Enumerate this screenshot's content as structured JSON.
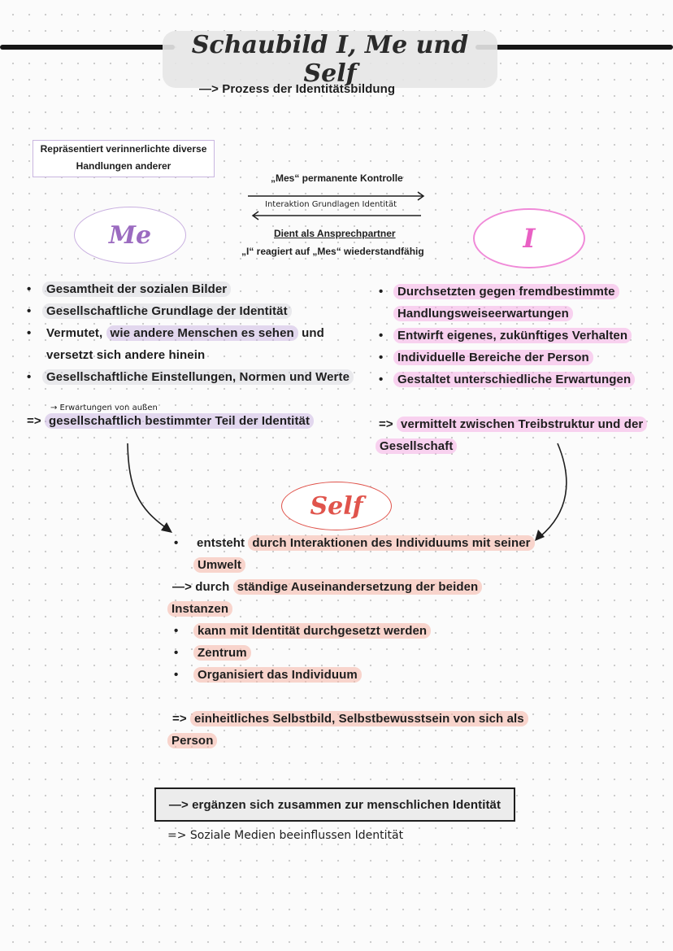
{
  "title": "Schaubild I, Me und Self",
  "subtitle": "—> Prozess der Identitätsbildung",
  "top_box": "Repräsentiert verinnerlichte diverse Handlungen anderer",
  "middle": {
    "line1": "„Mes“ permanente Kontrolle",
    "line2": "Interaktion Grundlagen Identität",
    "line3": "Dient als Ansprechpartner",
    "line4": "„I“ reagiert auf „Mes“ wiederstandfähig"
  },
  "me": {
    "label": "Me",
    "bullet1": "Gesamtheit der sozialen Bilder",
    "bullet2": "Gesellschaftliche Grundlage der Identität",
    "bullet3a": "Vermutet,",
    "bullet3b": "wie andere Menschen es sehen",
    "bullet3c": "und",
    "bullet3d": "versetzt sich andere hinein",
    "bullet4": "Gesellschaftliche Einstellungen, Normen und Werte",
    "note": "→ Erwartungen von außen",
    "conclusion_arrow": "=>",
    "conclusion": "gesellschaftlich bestimmter Teil der Identität"
  },
  "i": {
    "label": "I",
    "bullet1a": "Durchsetzten gegen fremdbestimmte",
    "bullet1b": "Handlungsweiseerwartungen",
    "bullet2": "Entwirft eigenes, zukünftiges Verhalten",
    "bullet3": "Individuelle Bereiche der Person",
    "bullet4": "Gestaltet unterschiedliche Erwartungen",
    "conclusion_arrow": "=>",
    "conclusion_a": "vermittelt zwischen Treibstruktur und der",
    "conclusion_b": "Gesellschaft"
  },
  "self": {
    "label": "Self",
    "b1_pre": "entsteht",
    "b1a": "durch Interaktionen des Individuums mit seiner",
    "b1b": "Umwelt",
    "arrow_pre": "—> durch",
    "arrow_a": "ständige Auseinandersetzung der beiden",
    "arrow_b": "Instanzen",
    "b2": "kann mit Identität durchgesetzt werden",
    "b3": "Zentrum",
    "b4": "Organisiert das Individuum",
    "concl_arrow": "=>",
    "concl_a": "einheitliches Selbstbild, Selbstbewusstsein von sich als",
    "concl_b": "Person"
  },
  "summary": "—> ergänzen sich zusammen zur menschlichen Identität",
  "footnote": "=> Soziale Medien beeinflussen Identität",
  "colors": {
    "me": "#9b6bc0",
    "i": "#e960c4",
    "self": "#e0544c",
    "me_oval_border": "#c9b0e0",
    "i_oval_border": "#f08ad8",
    "self_oval_border": "#e0544c"
  }
}
